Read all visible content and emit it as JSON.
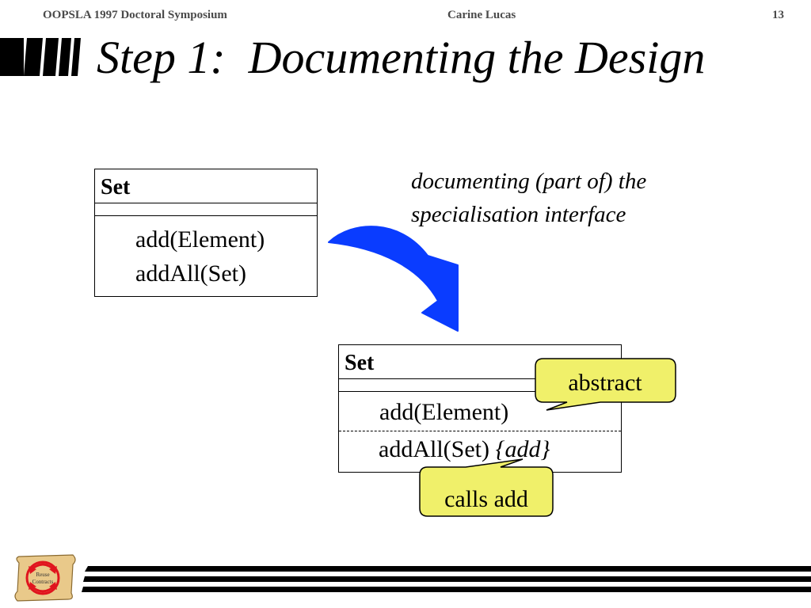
{
  "header": {
    "conference": "OOPSLA 1997 Doctoral Symposium",
    "author": "Carine Lucas",
    "page_number": "13"
  },
  "slide": {
    "title_step": "Step 1:",
    "title_rest": "Documenting the Design"
  },
  "diagram": {
    "before_class": {
      "name": "Set",
      "operations": [
        "add(Element)",
        "addAll(Set)"
      ]
    },
    "after_class": {
      "name": "Set",
      "operation_1": "add(Element)",
      "operation_2": "addAll(Set)",
      "operation_2_constraint": "{add}"
    },
    "note": {
      "line1": "documenting (part of) the",
      "line2": "specialisation interface"
    },
    "callouts": {
      "abstract": "abstract",
      "calls": "calls add"
    }
  },
  "colors": {
    "arrow": "#0a3cff",
    "callout_fill": "#f0f06a",
    "logo_red": "#e0141e",
    "logo_parchment": "#e9c98a"
  },
  "logo": {
    "text_line1": "Reuse",
    "text_line2": "Contracts"
  }
}
